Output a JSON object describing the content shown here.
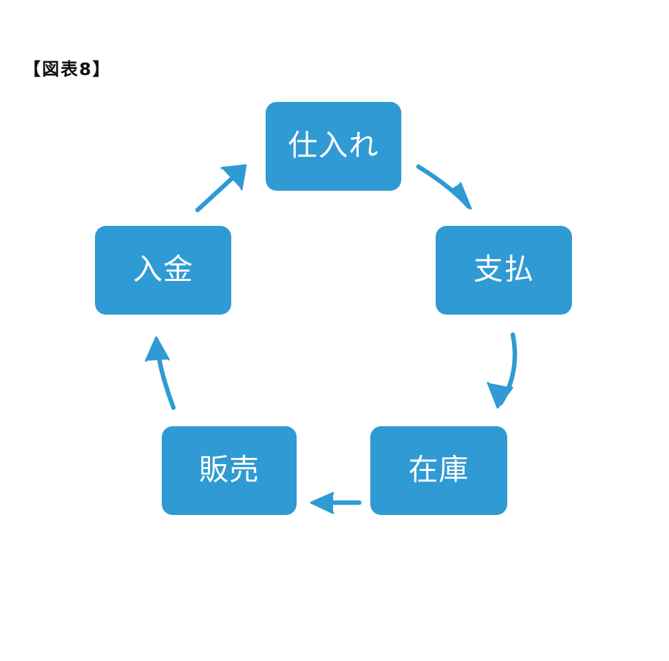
{
  "figure": {
    "title": "【図表8】",
    "accent_color": "#2f9ad3",
    "label_color": "#ffffff",
    "background_color": "#ffffff",
    "title_color": "#111111"
  },
  "diagram": {
    "type": "cycle-flow",
    "nodes": [
      {
        "id": "purchase",
        "label": "仕入れ",
        "position": "top"
      },
      {
        "id": "payment",
        "label": "支払",
        "position": "right"
      },
      {
        "id": "inventory",
        "label": "在庫",
        "position": "bottom-right"
      },
      {
        "id": "sales",
        "label": "販売",
        "position": "bottom-left"
      },
      {
        "id": "receipt",
        "label": "入金",
        "position": "left"
      }
    ],
    "arrows": [
      {
        "id": "purchase-to-payment",
        "from": "仕入れ",
        "to": "支払",
        "style": "curved",
        "direction": "down-right"
      },
      {
        "id": "payment-to-inventory",
        "from": "支払",
        "to": "在庫",
        "style": "curved",
        "direction": "down"
      },
      {
        "id": "inventory-to-sales",
        "from": "在庫",
        "to": "販売",
        "style": "straight",
        "direction": "left"
      },
      {
        "id": "sales-to-receipt",
        "from": "販売",
        "to": "入金",
        "style": "curved",
        "direction": "up"
      },
      {
        "id": "receipt-to-purchase",
        "from": "入金",
        "to": "仕入れ",
        "style": "straight",
        "direction": "up-right"
      }
    ]
  }
}
